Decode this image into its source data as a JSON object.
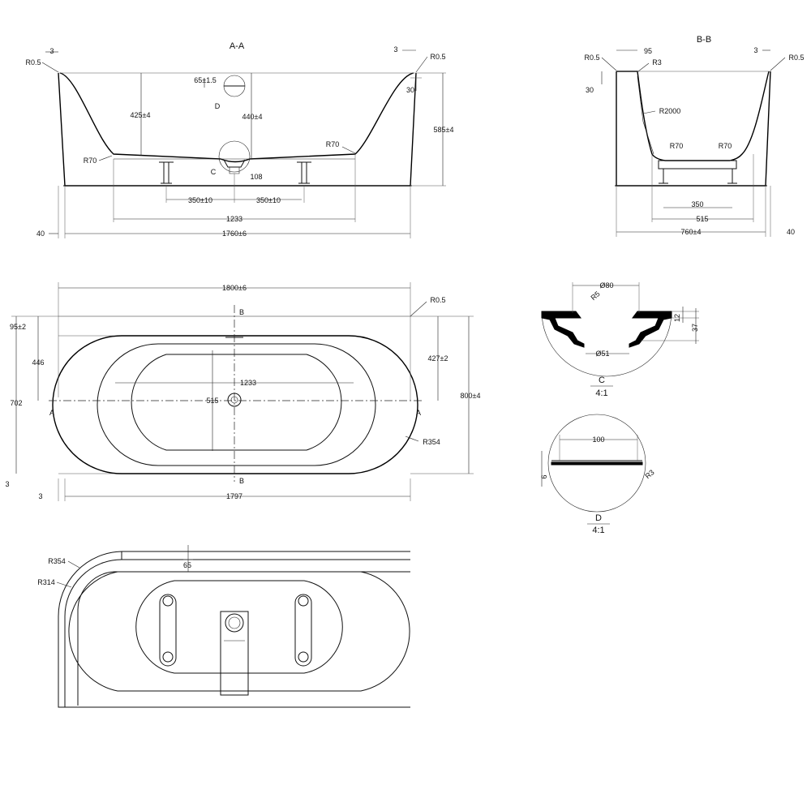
{
  "views": {
    "aa": {
      "title": "A-A",
      "labels": {
        "top_left_3": "3",
        "top_left_r05": "R0.5",
        "top_right_3": "3",
        "top_right_r05": "R0.5",
        "overflow": "65±1.5",
        "detail_d": "D",
        "depth_inner": "425±4",
        "depth_outlet": "440±4",
        "height": "585±4",
        "r70_left": "R70",
        "r70_right": "R70",
        "detail_c": "C",
        "drain_108": "108",
        "rim_30": "30",
        "leg_left": "350±10",
        "leg_right": "350±10",
        "bottom_1233": "1233",
        "base_40": "40",
        "base_1760": "1760±6"
      }
    },
    "bb": {
      "title": "B-B",
      "labels": {
        "r05_left": "R0.5",
        "rim_95": "95",
        "r3": "R3",
        "rim_30": "30",
        "r2000": "R2000",
        "r70_left": "R70",
        "r70_right": "R70",
        "top_3": "3",
        "r05_right": "R0.5",
        "leg_350": "350",
        "bottom_515": "515",
        "base_760": "760±4",
        "base_40": "40"
      }
    },
    "plan": {
      "labels": {
        "top_1800": "1800±6",
        "r05": "R0.5",
        "section_b_top": "B",
        "section_b_bottom": "B",
        "section_a_left": "A",
        "section_a_right": "A",
        "left_95": "95±2",
        "left_446": "446",
        "left_702": "702",
        "left_3": "3",
        "right_427": "427±2",
        "right_800": "800±4",
        "inner_1233": "1233",
        "inner_515": "515",
        "r354": "R354",
        "bottom_3": "3",
        "bottom_1797": "1797"
      }
    },
    "detail_c": {
      "labels": {
        "dia80": "Ø80",
        "r5": "R5",
        "h12": "12",
        "h37": "37",
        "dia51": "Ø51",
        "title": "C",
        "scale": "4:1"
      }
    },
    "detail_d": {
      "labels": {
        "w100": "100",
        "h6": "6",
        "r3": "R3",
        "title": "D",
        "scale": "4:1"
      }
    },
    "top": {
      "labels": {
        "r354": "R354",
        "r314": "R314",
        "w65": "65"
      }
    }
  }
}
